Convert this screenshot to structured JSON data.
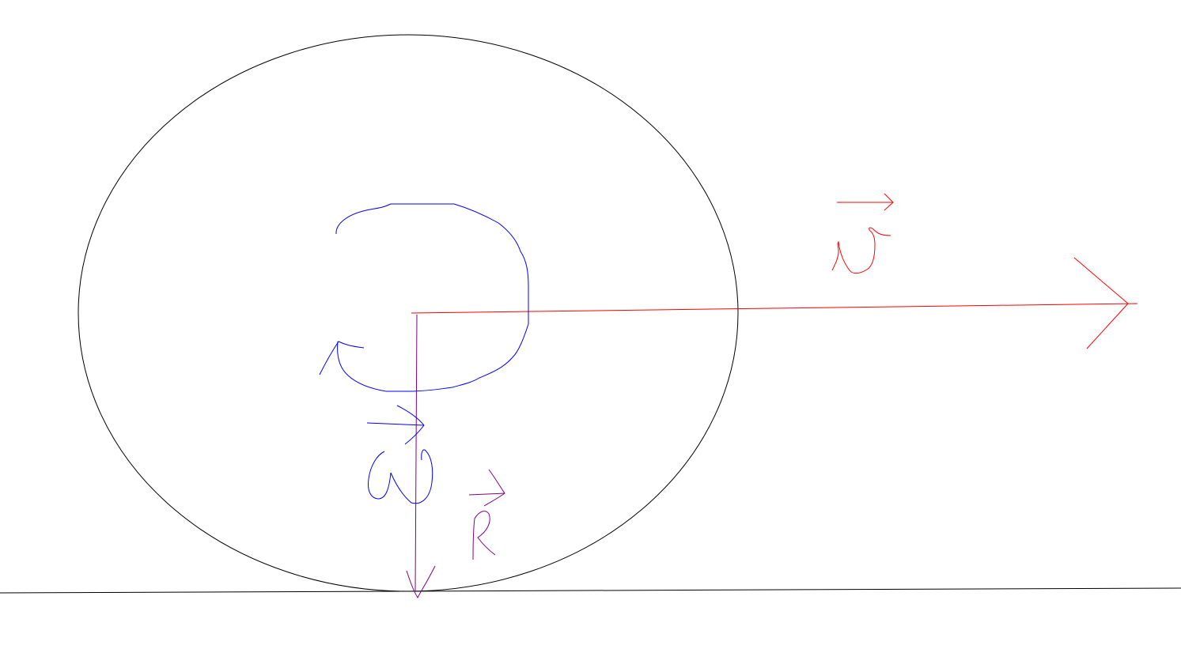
{
  "diagram": {
    "colors": {
      "outline": "#000000",
      "velocity": "#ff0000",
      "angular_velocity": "#0000ff",
      "radius": "#800080",
      "background": "#ffffff"
    },
    "labels": {
      "velocity": "v",
      "angular_velocity": "ω",
      "radius": "R"
    },
    "labels_are_handwritten": true
  }
}
